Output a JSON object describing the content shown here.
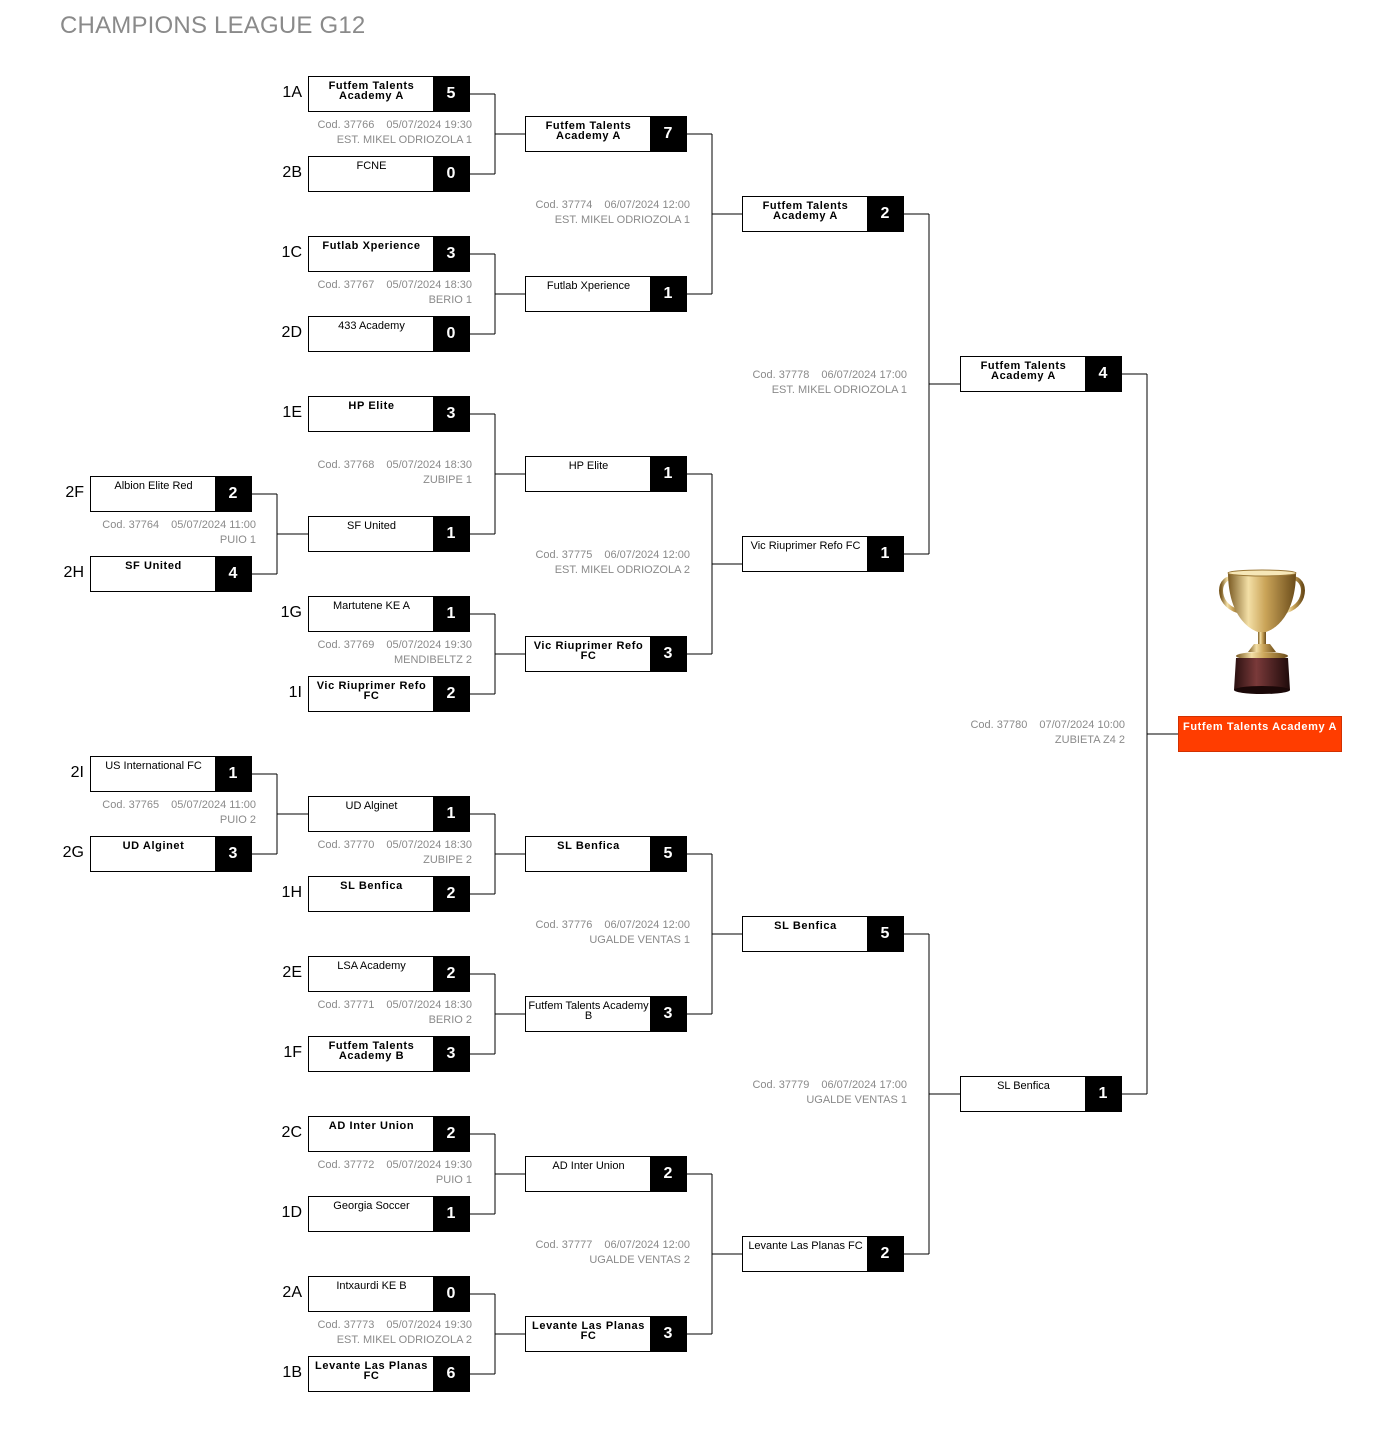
{
  "title": "CHAMPIONS LEAGUE G12",
  "champion": "Futfem Talents Academy A",
  "icons": {
    "trophy": "trophy-icon"
  },
  "colors": {
    "champion_bg": "#ff3d00",
    "score_bg": "#000000",
    "info_text": "#8a8a8a"
  },
  "matches": [
    {
      "code": "Cod. 37764",
      "datetime": "05/07/2024 11:00",
      "venue": "PUIO 1",
      "teams": [
        {
          "seed": "2F",
          "name": "Albion Elite Red",
          "score": "2",
          "winner": false
        },
        {
          "seed": "2H",
          "name": "SF United",
          "score": "4",
          "winner": true
        }
      ]
    },
    {
      "code": "Cod. 37765",
      "datetime": "05/07/2024 11:00",
      "venue": "PUIO 2",
      "teams": [
        {
          "seed": "2I",
          "name": "US International FC",
          "score": "1",
          "winner": false
        },
        {
          "seed": "2G",
          "name": "UD Alginet",
          "score": "3",
          "winner": true
        }
      ]
    },
    {
      "code": "Cod. 37766",
      "datetime": "05/07/2024 19:30",
      "venue": "EST. MIKEL ODRIOZOLA 1",
      "teams": [
        {
          "seed": "1A",
          "name": "Futfem Talents Academy A",
          "score": "5",
          "winner": true
        },
        {
          "seed": "2B",
          "name": "FCNE",
          "score": "0",
          "winner": false
        }
      ]
    },
    {
      "code": "Cod. 37767",
      "datetime": "05/07/2024 18:30",
      "venue": "BERIO 1",
      "teams": [
        {
          "seed": "1C",
          "name": "Futlab Xperience",
          "score": "3",
          "winner": true
        },
        {
          "seed": "2D",
          "name": "433 Academy",
          "score": "0",
          "winner": false
        }
      ]
    },
    {
      "code": "Cod. 37768",
      "datetime": "05/07/2024 18:30",
      "venue": "ZUBIPE 1",
      "teams": [
        {
          "seed": "1E",
          "name": "HP Elite",
          "score": "3",
          "winner": true
        },
        {
          "seed": "",
          "name": "SF United",
          "score": "1",
          "winner": false
        }
      ]
    },
    {
      "code": "Cod. 37769",
      "datetime": "05/07/2024 19:30",
      "venue": "MENDIBELTZ 2",
      "teams": [
        {
          "seed": "1G",
          "name": "Martutene KE A",
          "score": "1",
          "winner": false
        },
        {
          "seed": "1I",
          "name": "Vic Riuprimer Refo FC",
          "score": "2",
          "winner": true
        }
      ]
    },
    {
      "code": "Cod. 37770",
      "datetime": "05/07/2024 18:30",
      "venue": "ZUBIPE 2",
      "teams": [
        {
          "seed": "",
          "name": "UD Alginet",
          "score": "1",
          "winner": false
        },
        {
          "seed": "1H",
          "name": "SL Benfica",
          "score": "2",
          "winner": true
        }
      ]
    },
    {
      "code": "Cod. 37771",
      "datetime": "05/07/2024 18:30",
      "venue": "BERIO 2",
      "teams": [
        {
          "seed": "2E",
          "name": "LSA Academy",
          "score": "2",
          "winner": false
        },
        {
          "seed": "1F",
          "name": "Futfem Talents Academy B",
          "score": "3",
          "winner": true
        }
      ]
    },
    {
      "code": "Cod. 37772",
      "datetime": "05/07/2024 19:30",
      "venue": "PUIO 1",
      "teams": [
        {
          "seed": "2C",
          "name": "AD Inter Union",
          "score": "2",
          "winner": true
        },
        {
          "seed": "1D",
          "name": "Georgia Soccer",
          "score": "1",
          "winner": false
        }
      ]
    },
    {
      "code": "Cod. 37773",
      "datetime": "05/07/2024 19:30",
      "venue": "EST. MIKEL ODRIOZOLA 2",
      "teams": [
        {
          "seed": "2A",
          "name": "Intxaurdi KE B",
          "score": "0",
          "winner": false
        },
        {
          "seed": "1B",
          "name": "Levante Las Planas FC",
          "score": "6",
          "winner": true
        }
      ]
    },
    {
      "code": "Cod. 37774",
      "datetime": "06/07/2024 12:00",
      "venue": "EST. MIKEL ODRIOZOLA 1",
      "teams": [
        {
          "seed": "",
          "name": "Futfem Talents Academy A",
          "score": "7",
          "winner": true
        },
        {
          "seed": "",
          "name": "Futlab Xperience",
          "score": "1",
          "winner": false
        }
      ]
    },
    {
      "code": "Cod. 37775",
      "datetime": "06/07/2024 12:00",
      "venue": "EST. MIKEL ODRIOZOLA 2",
      "teams": [
        {
          "seed": "",
          "name": "HP Elite",
          "score": "1",
          "winner": false
        },
        {
          "seed": "",
          "name": "Vic Riuprimer Refo FC",
          "score": "3",
          "winner": true
        }
      ]
    },
    {
      "code": "Cod. 37776",
      "datetime": "06/07/2024 12:00",
      "venue": "UGALDE VENTAS 1",
      "teams": [
        {
          "seed": "",
          "name": "SL Benfica",
          "score": "5",
          "winner": true
        },
        {
          "seed": "",
          "name": "Futfem Talents Academy B",
          "score": "3",
          "winner": false
        }
      ]
    },
    {
      "code": "Cod. 37777",
      "datetime": "06/07/2024 12:00",
      "venue": "UGALDE VENTAS 2",
      "teams": [
        {
          "seed": "",
          "name": "AD Inter Union",
          "score": "2",
          "winner": false
        },
        {
          "seed": "",
          "name": "Levante Las Planas FC",
          "score": "3",
          "winner": true
        }
      ]
    },
    {
      "code": "Cod. 37778",
      "datetime": "06/07/2024 17:00",
      "venue": "EST. MIKEL ODRIOZOLA 1",
      "teams": [
        {
          "seed": "",
          "name": "Futfem Talents Academy A",
          "score": "2",
          "winner": true
        },
        {
          "seed": "",
          "name": "Vic Riuprimer Refo FC",
          "score": "1",
          "winner": false
        }
      ]
    },
    {
      "code": "Cod. 37779",
      "datetime": "06/07/2024 17:00",
      "venue": "UGALDE VENTAS 1",
      "teams": [
        {
          "seed": "",
          "name": "SL Benfica",
          "score": "5",
          "winner": true
        },
        {
          "seed": "",
          "name": "Levante Las Planas FC",
          "score": "2",
          "winner": false
        }
      ]
    },
    {
      "code": "Cod. 37780",
      "datetime": "07/07/2024 10:00",
      "venue": "ZUBIETA Z4 2",
      "teams": [
        {
          "seed": "",
          "name": "Futfem Talents Academy A",
          "score": "4",
          "winner": true
        },
        {
          "seed": "",
          "name": "SL Benfica",
          "score": "1",
          "winner": false
        }
      ]
    }
  ]
}
